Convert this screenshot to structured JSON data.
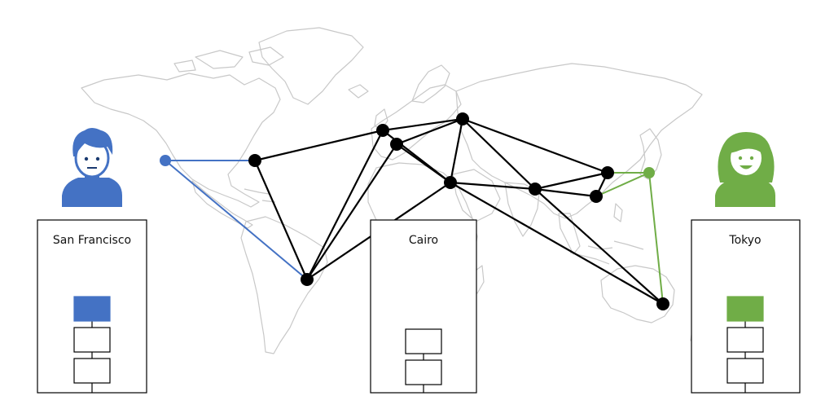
{
  "colors": {
    "background": "#ffffff",
    "map_outline": "#c8c8c8",
    "network_line": "#000000",
    "node": "#000000",
    "user_left": "#4472c4",
    "user_right": "#70ad47",
    "box_border": "#000000",
    "empty_block": "#ffffff"
  },
  "icons": {
    "left_user": "male-user-icon",
    "right_user": "female-user-icon"
  },
  "panels": [
    {
      "id": "sf",
      "label": "San Francisco",
      "blocks": 3,
      "top_filled": true,
      "fill_color": "#4472c4"
    },
    {
      "id": "cairo",
      "label": "Cairo",
      "blocks": 2,
      "top_filled": false,
      "fill_color": "#ffffff"
    },
    {
      "id": "tokyo",
      "label": "Tokyo",
      "blocks": 3,
      "top_filled": true,
      "fill_color": "#70ad47"
    }
  ]
}
